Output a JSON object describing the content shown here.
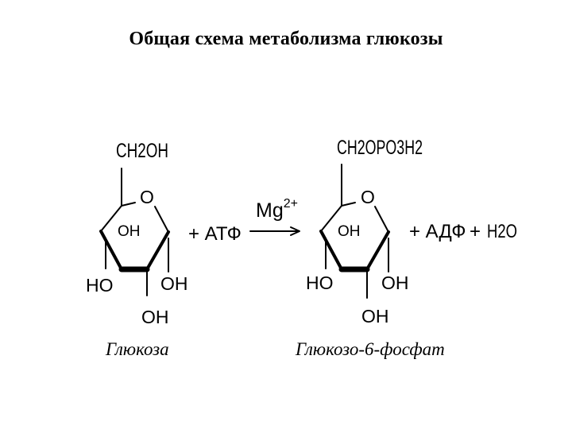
{
  "title": "Общая схема метаболизма глюкозы",
  "reactant": {
    "substituent_c6": "CH2OH",
    "ring_oxygen": "O",
    "oh_c4": "OH",
    "ho_c3": "HO",
    "oh_c2": "OH",
    "oh_c1": "OH",
    "caption": "Глюкоза"
  },
  "reagent_atp": "+ АТФ",
  "catalyst": {
    "symbol": "Mg",
    "charge": "2+"
  },
  "product": {
    "substituent_c6": "CH2OPO3H2",
    "ring_oxygen": "O",
    "oh_c4": "OH",
    "ho_c3": "HO",
    "oh_c2": "OH",
    "oh_c1": "OH",
    "caption": "Глюкозо-6-фосфат"
  },
  "byproducts": {
    "adp": "+ АДФ",
    "water_plus": "+",
    "water": "H2O"
  }
}
